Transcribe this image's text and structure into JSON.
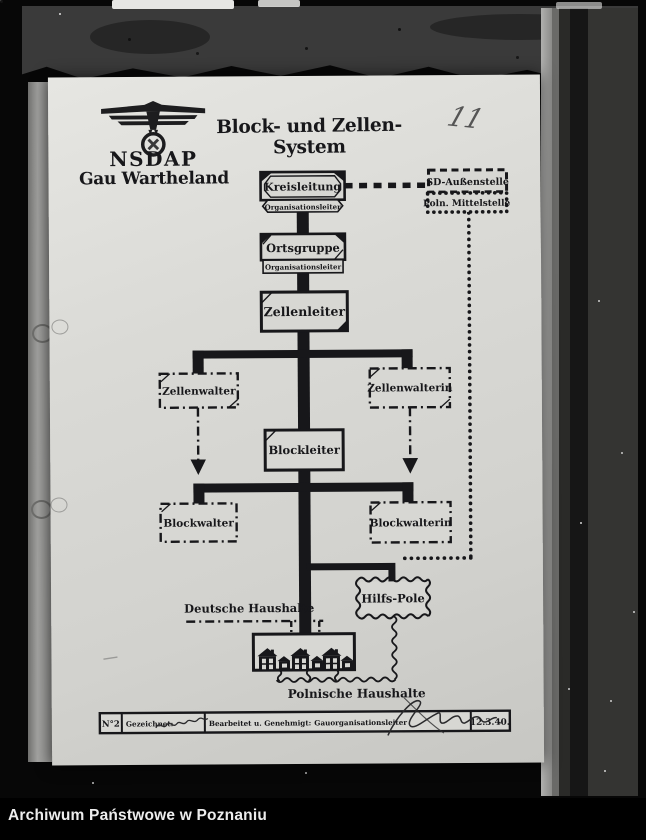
{
  "photo": {
    "archive_caption": "Archiwum Państwowe w Poznaniu",
    "page_annotation": "11"
  },
  "header": {
    "org": "NSDAP",
    "region": "Gau Wartheland",
    "title": "Block- und Zellen-System",
    "emblem_icon": "party-eagle-emblem"
  },
  "diagram": {
    "kreisleitung": {
      "label": "Kreisleitung",
      "sublabel": "Organisationsleiter"
    },
    "sd_aussenstelle": {
      "label": "SD-Außenstelle"
    },
    "poln_mittelstelle": {
      "label": "Poln. Mittelstelle"
    },
    "ortsgruppe": {
      "label": "Ortsgruppe",
      "sublabel": "Organisationsleiter"
    },
    "zellenleiter": {
      "label": "Zellenleiter"
    },
    "zellenwalter": {
      "label": "Zellenwalter"
    },
    "zellenwalterin": {
      "label": "Zellenwalterin"
    },
    "blockleiter": {
      "label": "Blockleiter"
    },
    "blockwalter": {
      "label": "Blockwalter"
    },
    "blockwalterin": {
      "label": "Blockwalterin"
    },
    "hilfs_pole": {
      "label": "Hilfs-Pole"
    },
    "deutsche_haushalte": {
      "label": "Deutsche Haushalte"
    },
    "polnische_haushalte": {
      "label": "Polnische Haushalte"
    }
  },
  "titleblock": {
    "number": "N°2",
    "drawn_label": "Gezeichnet:",
    "approved_label": "Bearbeitet u. Genehmigt:",
    "approved_role": "Gauorganisationsleiter",
    "date": "12.3.40."
  },
  "colors": {
    "ink": "#17171a",
    "paper": "#d7d7d3",
    "film_black": "#070707"
  }
}
